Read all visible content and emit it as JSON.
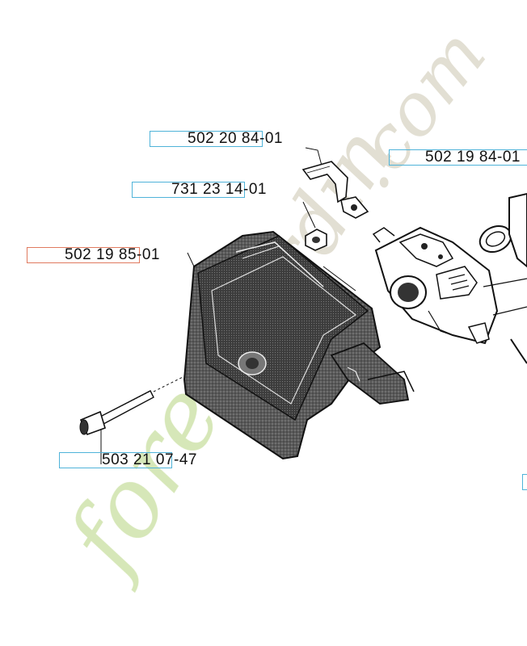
{
  "labels": [
    {
      "id": "p1",
      "number": "502 20 84-01",
      "selected": false
    },
    {
      "id": "p2",
      "number": "502 19 84-01",
      "selected": false
    },
    {
      "id": "p3",
      "number": "731 23 14-01",
      "selected": false
    },
    {
      "id": "p4",
      "number": "502 19 85-01",
      "selected": true
    },
    {
      "id": "p5",
      "number": "503 21 07-47",
      "selected": false
    }
  ],
  "colors": {
    "label_border": "#4fb3d9",
    "selected_border": "#e07a5f",
    "watermark": "#c9dfa0"
  },
  "watermark": {
    "text": "foretjardin.com"
  }
}
